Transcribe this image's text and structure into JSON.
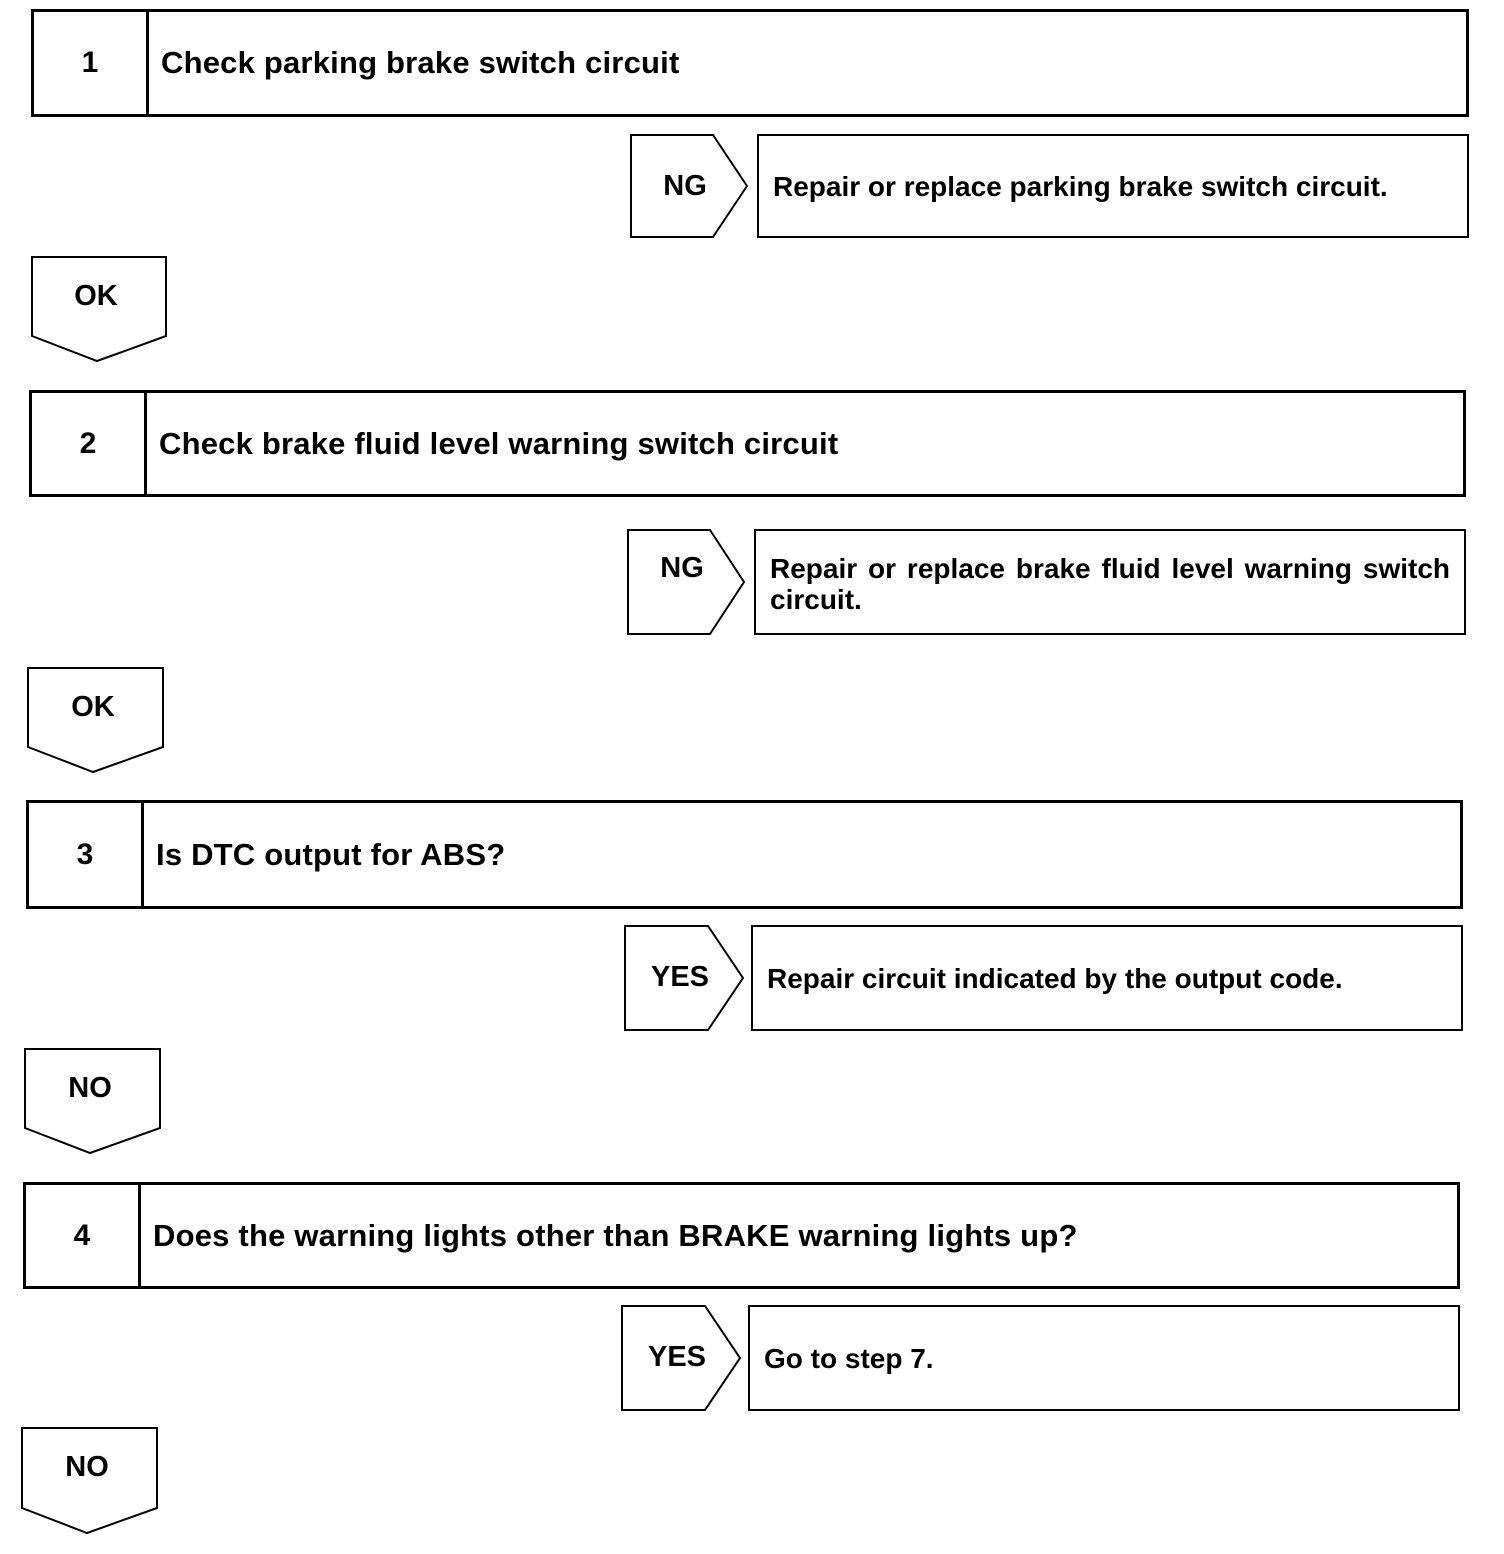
{
  "steps": [
    {
      "number": "1",
      "text": "Check parking brake switch circuit",
      "branch_label": "NG",
      "branch_result": "Repair or replace parking brake switch circuit.",
      "continue_label": "OK"
    },
    {
      "number": "2",
      "text": "Check brake fluid level warning switch circuit",
      "branch_label": "NG",
      "branch_result": "Repair or replace brake fluid level warning switch circuit.",
      "continue_label": "OK"
    },
    {
      "number": "3",
      "text": "Is DTC output for ABS?",
      "branch_label": "YES",
      "branch_result": "Repair circuit indicated by the output code.",
      "continue_label": "NO"
    },
    {
      "number": "4",
      "text": "Does the warning lights other than BRAKE warning lights up?",
      "branch_label": "YES",
      "branch_result": "Go to step 7.",
      "continue_label": "NO"
    }
  ]
}
